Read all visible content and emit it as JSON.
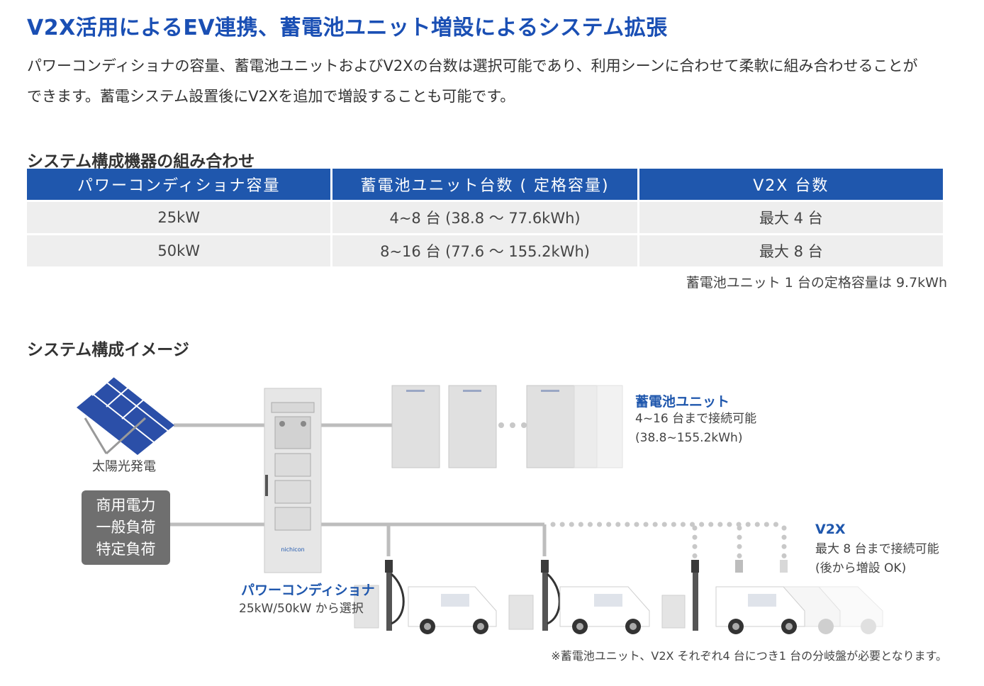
{
  "header": {
    "title": "V2X活用によるEV連携、蓄電池ユニット増設によるシステム拡張",
    "intro_line1": "パワーコンディショナの容量、蓄電池ユニットおよびV2Xの台数は選択可能であり、利用シーンに合わせて柔軟に組み合わせることが",
    "intro_line2": "できます。蓄電システム設置後にV2Xを追加で増設することも可能です。"
  },
  "spec_section": {
    "heading": "システム構成機器の組み合わせ",
    "columns": [
      "パワーコンディショナ容量",
      "蓄電池ユニット台数 ( 定格容量)",
      "V2X 台数"
    ],
    "rows": [
      [
        "25kW",
        "4~8 台 (38.8 ～ 77.6kWh)",
        "最大 4 台"
      ],
      [
        "50kW",
        "8~16 台 (77.6 ～ 155.2kWh)",
        "最大 8 台"
      ]
    ],
    "note": "蓄電池ユニット 1 台の定格容量は 9.7kWh"
  },
  "diagram_section": {
    "heading": "システム構成イメージ",
    "solar_label": "太陽光発電",
    "grid_lines": [
      "商用電力",
      "一般負荷",
      "特定負荷"
    ],
    "pcs_title": "パワーコンディショナ",
    "pcs_sub": "25kW/50kW から選択",
    "pcs_brand": "nichicon",
    "battery_title": "蓄電池ユニット",
    "battery_line1": "4~16 台まで接続可能",
    "battery_line2": "(38.8~155.2kWh)",
    "v2x_title": "V2X",
    "v2x_line1": "最大 8 台まで接続可能",
    "v2x_line2": "(後から増設 OK)",
    "footnote": "※蓄電池ユニット、V2X それぞれ4 台につき1 台の分岐盤が必要となります。"
  },
  "colors": {
    "accent": "#1f57ad",
    "title_blue": "#1a4fb4",
    "cell_gray": "#eeeeee",
    "line_gray": "#bdbdbd"
  }
}
